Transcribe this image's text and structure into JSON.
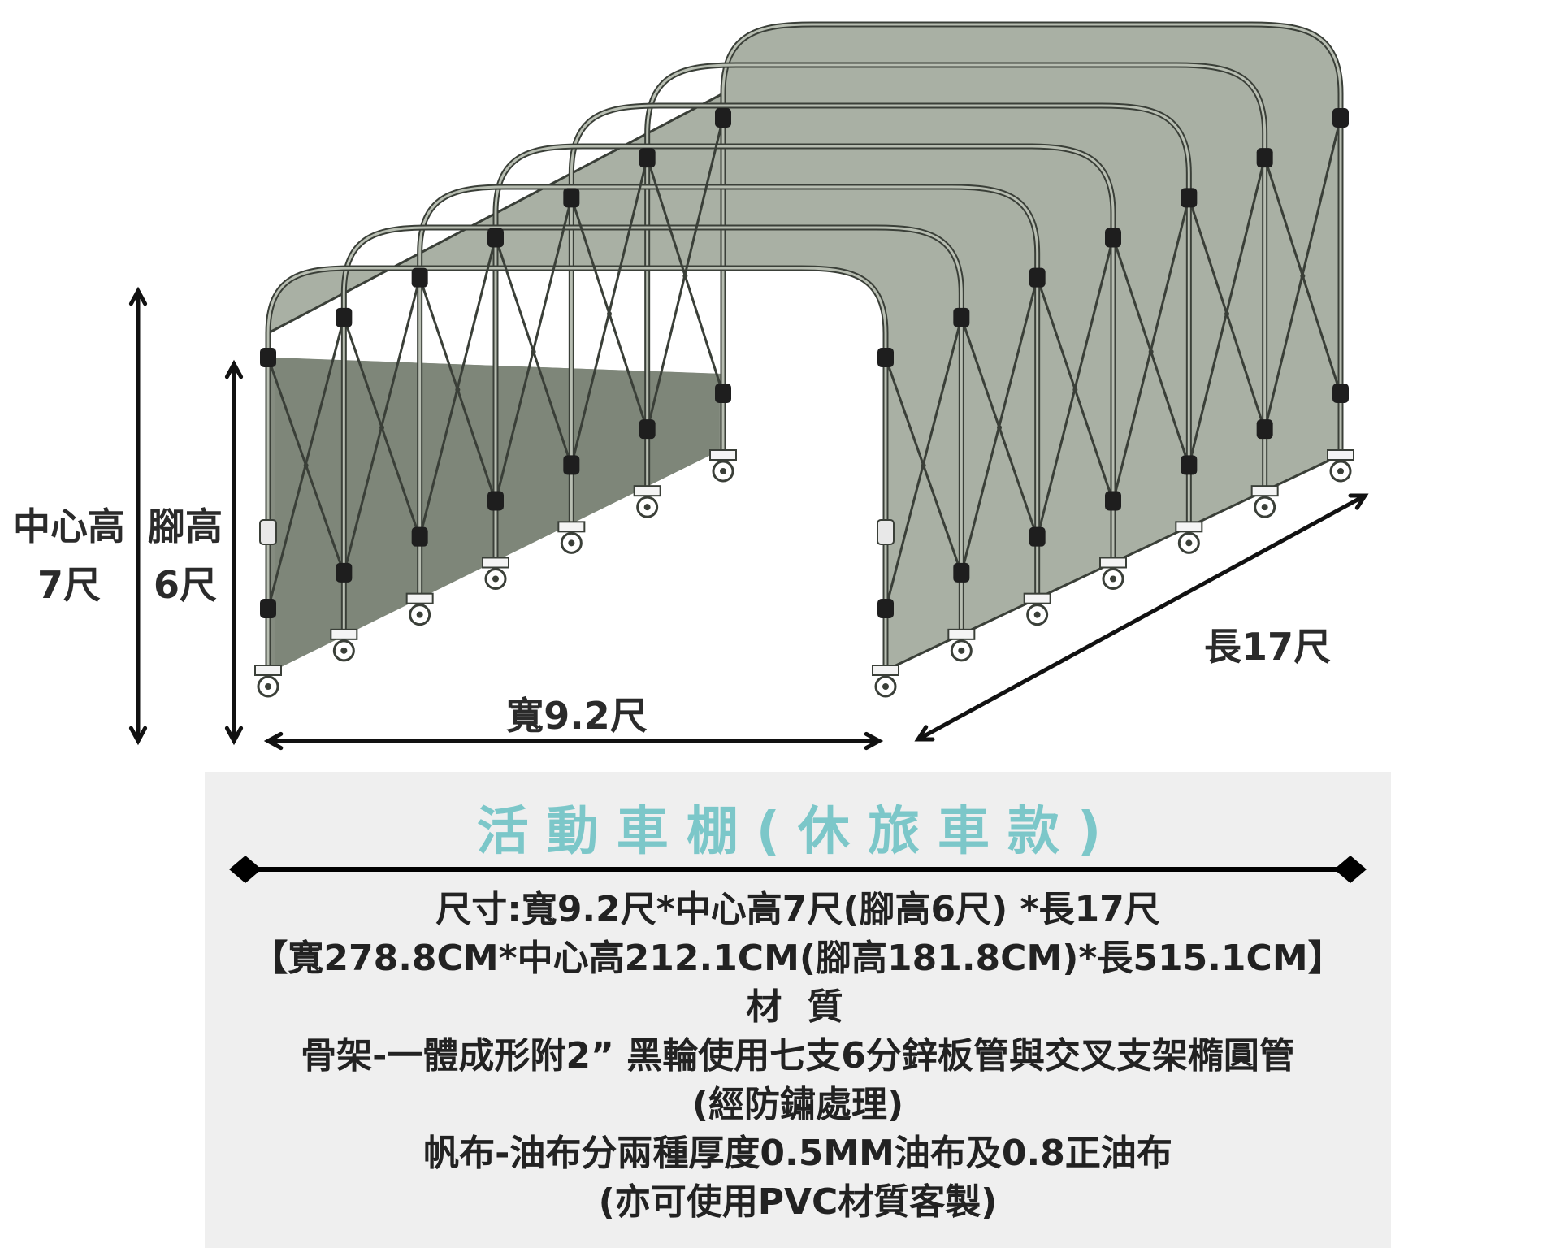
{
  "dimensions": {
    "center_height_label": "中心高",
    "center_height_value": "7尺",
    "leg_height_label": "腳高",
    "leg_height_value": "6尺",
    "width_label": "寬9.2尺",
    "length_label": "長17尺"
  },
  "panel": {
    "title": "活動車棚(休旅車款)",
    "lines": [
      "尺寸:寬9.2尺*中心高7尺(腳高6尺) *長17尺",
      "【寬278.8CM*中心高212.1CM(腳高181.8CM)*長515.1CM】",
      "材 質",
      "骨架-一體成形附2” 黑輪使用七支6分鋅板管與交叉支架橢圓管",
      "(經防鏽處理)",
      "帆布-油布分兩種厚度0.5MM油布及0.8正油布",
      "(亦可使用PVC材質客製)"
    ]
  },
  "colors": {
    "canvas_light": "#a9b0a4",
    "canvas_dark": "#7e8679",
    "frame": "#3a3f38",
    "title_accent": "#7cc7c9",
    "panel_bg": "#efefef"
  }
}
